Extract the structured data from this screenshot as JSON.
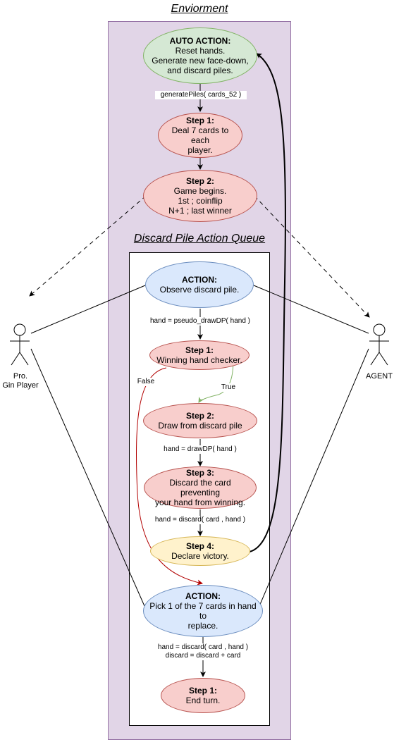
{
  "environment": {
    "title": "Enviorment"
  },
  "queue": {
    "title": "Discard Pile Action Queue"
  },
  "actors": {
    "left": {
      "line1": "Pro.",
      "line2": "Gin Player"
    },
    "right": {
      "label": "AGENT"
    }
  },
  "env_nodes": {
    "auto_action": {
      "heading": "AUTO ACTION:",
      "line1": "Reset hands.",
      "line2": "Generate new face-down,",
      "line3": "and discard piles."
    },
    "step1": {
      "heading": "Step 1:",
      "line1": "Deal 7 cards to each",
      "line2": "player."
    },
    "step2": {
      "heading": "Step 2:",
      "line1": "Game begins.",
      "line2": "1st ; coinflip",
      "line3": "N+1 ; last winner"
    }
  },
  "queue_nodes": {
    "action_observe": {
      "heading": "ACTION:",
      "line1": "Observe discard pile."
    },
    "step1_check": {
      "heading": "Step 1:",
      "line1": "Winning hand checker."
    },
    "step2_draw": {
      "heading": "Step 2:",
      "line1": "Draw from discard pile"
    },
    "step3_discard": {
      "heading": "Step 3:",
      "line1": "Discard the card preventing",
      "line2": "your hand from winning."
    },
    "step4_declare": {
      "heading": "Step 4:",
      "line1": "Declare victory."
    },
    "action_pick": {
      "heading": "ACTION:",
      "line1": "Pick 1 of the 7 cards in hand to",
      "line2": "replace."
    },
    "step1_end": {
      "heading": "Step 1:",
      "line1": "End turn."
    }
  },
  "edge_labels": {
    "generate_piles": "generatePiles( cards_52 )",
    "pseudo_draw": "hand = pseudo_drawDP( hand )",
    "true_label": "True",
    "false_label": "False",
    "draw_dp": "hand = drawDP( hand )",
    "discard_hand": "hand = discard( card , hand )",
    "discard_pick_1": "hand = discard( card , hand )",
    "discard_pick_2": "discard = discard + card"
  },
  "colors": {
    "environment_fill": "#e1d5e7",
    "environment_stroke": "#9673a6",
    "green_fill": "#d5e8d4",
    "red_fill": "#f8cecc",
    "blue_fill": "#dae8fc",
    "yellow_fill": "#fff2cc",
    "true_edge": "#82b366",
    "false_edge": "#b20000"
  }
}
